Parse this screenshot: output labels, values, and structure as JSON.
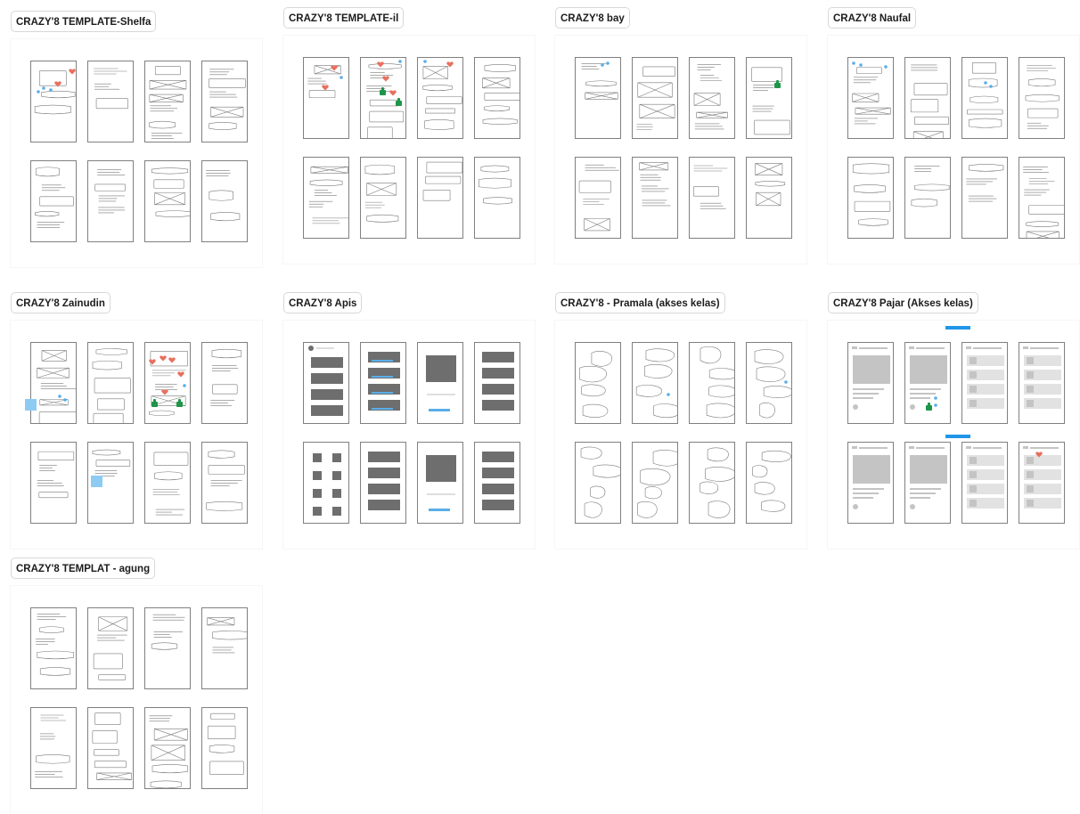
{
  "board": {
    "sections": [
      {
        "title": "CRAZY'8 TEMPLATE-Shelfa",
        "style": "sketch"
      },
      {
        "title": "CRAZY'8 TEMPLATE-il",
        "style": "sketch"
      },
      {
        "title": "CRAZY'8 bay",
        "style": "sketch"
      },
      {
        "title": "CRAZY'8 Naufal",
        "style": "sketch"
      },
      {
        "title": "CRAZY'8 Zainudin",
        "style": "sketch"
      },
      {
        "title": "CRAZY'8 Apis",
        "style": "blocks"
      },
      {
        "title": "CRAZY'8 - Pramala (akses kelas)",
        "style": "handwritten"
      },
      {
        "title": "CRAZY'8 Pajar (Akses kelas)",
        "style": "wireframe"
      },
      {
        "title": "CRAZY'8 TEMPLAT - agung",
        "style": "sketch"
      }
    ],
    "frames_per_section": 8,
    "colors": {
      "frame_border": "#808080",
      "sketch_line": "#7a7a7a",
      "block_fill": "#6e6e6e",
      "wire_fill": "#c4c4c4",
      "heart": "#e8705e",
      "thumb": "#1e9648",
      "dot": "#5aaee8",
      "sticky_note": "#8ecbf3",
      "highlight_bar": "#2196e8"
    },
    "reactions": [
      "heart-icon",
      "thumbs-up-icon",
      "comment-dot-icon"
    ]
  }
}
